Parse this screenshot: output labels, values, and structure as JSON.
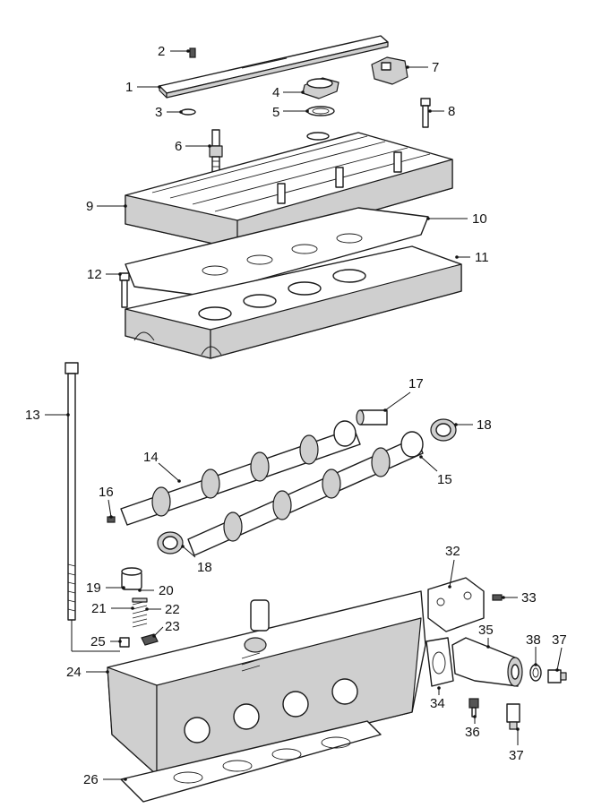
{
  "labels": [
    "1",
    "2",
    "3",
    "4",
    "5",
    "6",
    "7",
    "8",
    "9",
    "10",
    "11",
    "12",
    "13",
    "14",
    "15",
    "16",
    "17",
    "18",
    "18",
    "19",
    "20",
    "21",
    "22",
    "23",
    "24",
    "25",
    "26",
    "32",
    "33",
    "34",
    "35",
    "36",
    "37",
    "37",
    "38"
  ]
}
